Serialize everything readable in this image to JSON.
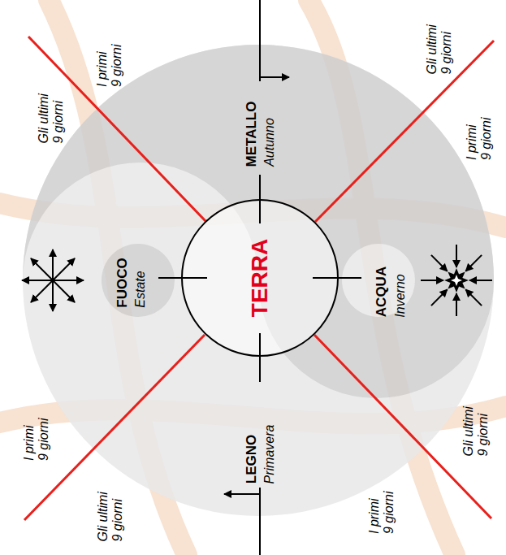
{
  "diagram": {
    "nodes": [
      {
        "text": [
          "TERRA"
        ]
      }
    ],
    "labels": [
      "Gli ultimi 9 giorni",
      "I primi 9 giorni",
      "METALLO",
      "Autunno",
      "Gli ultimi 9 giorni",
      "I primi 9 giorni",
      "FUOCO",
      "Estate",
      "ACQUA",
      "Inverno",
      "I primi 9 giorni",
      "Gli ultimi 9 giorni",
      "LEGNO",
      "Primavera",
      "Gli ultimi 9 giorni",
      "I primi 9 giorni"
    ]
  }
}
